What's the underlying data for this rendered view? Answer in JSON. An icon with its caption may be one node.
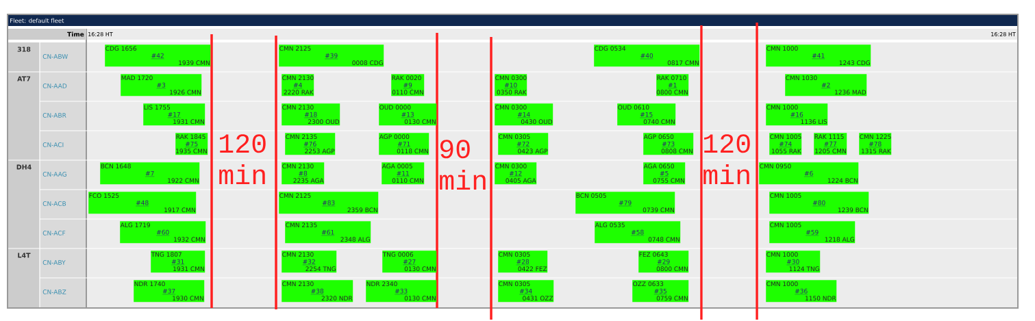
{
  "diagram": {
    "title": "Fleet: default fleet",
    "nodes": [
      {
        "text": [
          "CDG 1656",
          "#42",
          "1939 CMN"
        ]
      },
      {
        "text": [
          "CMN 2125",
          "#39",
          "0008 CDG"
        ]
      },
      {
        "text": [
          "CDG 0534",
          "#40",
          "0817 CMN"
        ]
      },
      {
        "text": [
          "CMN 1000",
          "#41",
          "1243 CDG"
        ]
      },
      {
        "text": [
          "MAD 1720",
          "#3",
          "1926 CMN"
        ]
      },
      {
        "text": [
          "CMN 2130",
          "#4",
          "2220 RAK"
        ]
      },
      {
        "text": [
          "RAK 0020",
          "#9",
          "0110 CMN"
        ]
      },
      {
        "text": [
          "CMN 0300",
          "#10",
          "0350 RAK"
        ]
      },
      {
        "text": [
          "RAK 0710",
          "#1",
          "0800 CMN"
        ]
      },
      {
        "text": [
          "CMN 1030",
          "#2",
          "1236 MAD"
        ]
      },
      {
        "text": [
          "LIS 1755",
          "#17",
          "1931 CMN"
        ]
      },
      {
        "text": [
          "CMN 2130",
          "#18",
          "2300 OUD"
        ]
      },
      {
        "text": [
          "OUD 0000",
          "#13",
          "0130 CMN"
        ]
      },
      {
        "text": [
          "CMN 0300",
          "#14",
          "0430 OUD"
        ]
      },
      {
        "text": [
          "OUD 0610",
          "#15",
          "0740 CMN"
        ]
      },
      {
        "text": [
          "CMN 1000",
          "#16",
          "1136 LIS"
        ]
      },
      {
        "text": [
          "RAK 1845",
          "#75",
          "1935 CMN"
        ]
      },
      {
        "text": [
          "CMN 2135",
          "#76",
          "2253 AGP"
        ]
      },
      {
        "text": [
          "AGP 0000",
          "#71",
          "0118 CMN"
        ]
      },
      {
        "text": [
          "CMN 0305",
          "#72",
          "0423 AGP"
        ]
      },
      {
        "text": [
          "AGP 0650",
          "#73",
          "0808 CMN"
        ]
      },
      {
        "text": [
          "CMN 1005",
          "#74",
          "1055 RAK"
        ]
      },
      {
        "text": [
          "RAK 1115",
          "#77",
          "1205 CMN"
        ]
      },
      {
        "text": [
          "CMN 1225",
          "#78",
          "1315 RAK"
        ]
      },
      {
        "text": [
          "BCN 1648",
          "#7",
          "1922 CMN"
        ]
      },
      {
        "text": [
          "CMN 2130",
          "#8",
          "2235 AGA"
        ]
      },
      {
        "text": [
          "AGA 0005",
          "#11",
          "0110 CMN"
        ]
      },
      {
        "text": [
          "CMN 0300",
          "#12",
          "0405 AGA"
        ]
      },
      {
        "text": [
          "AGA 0650",
          "#5",
          "0755 CMN"
        ]
      },
      {
        "text": [
          "CMN 0950",
          "#6",
          "1224 BCN"
        ]
      },
      {
        "text": [
          "FCO 1525",
          "#48",
          "1917 CMN"
        ]
      },
      {
        "text": [
          "CMN 2125",
          "#83",
          "2359 BCN"
        ]
      },
      {
        "text": [
          "BCN 0505",
          "#79",
          "0739 CMN"
        ]
      },
      {
        "text": [
          "CMN 1005",
          "#80",
          "1239 BCN"
        ]
      },
      {
        "text": [
          "ALG 1719",
          "#60",
          "1932 CMN"
        ]
      },
      {
        "text": [
          "CMN 2135",
          "#61",
          "2348 ALG"
        ]
      },
      {
        "text": [
          "ALG 0535",
          "#58",
          "0748 CMN"
        ]
      },
      {
        "text": [
          "CMN 1005",
          "#59",
          "1218 ALG"
        ]
      },
      {
        "text": [
          "TNG 1807",
          "#31",
          "1931 CMN"
        ]
      },
      {
        "text": [
          "CMN 2130",
          "#32",
          "2254 TNG"
        ]
      },
      {
        "text": [
          "TNG 0006",
          "#27",
          "0130 CMN"
        ]
      },
      {
        "text": [
          "CMN 0305",
          "#28",
          "0422 FEZ"
        ]
      },
      {
        "text": [
          "FEZ 0643",
          "#29",
          "0800 CMN"
        ]
      },
      {
        "text": [
          "CMN 1000",
          "#30",
          "1124 TNG"
        ]
      },
      {
        "text": [
          "NDR 1740",
          "#37",
          "1930 CMN"
        ]
      },
      {
        "text": [
          "CMN 2130",
          "#38",
          "2320 NDR"
        ]
      },
      {
        "text": [
          "NDR 2340",
          "#33",
          "0130 CMN"
        ]
      },
      {
        "text": [
          "CMN 0305",
          "#34",
          "0431 OZZ"
        ]
      },
      {
        "text": [
          "OZZ 0633",
          "#35",
          "0759 CMN"
        ]
      },
      {
        "text": [
          "CMN 1000",
          "#36",
          "1150 NDR"
        ]
      }
    ],
    "labels": [
      "Time",
      "16:28 HT",
      "16:28 HT",
      "318",
      "CN-ABW",
      "AT7",
      "CN-AAD",
      "CN-ABR",
      "CN-ACI",
      "DH4",
      "CN-AAG",
      "CN-ACB",
      "CN-ACF",
      "L4T",
      "CN-ABY",
      "CN-ABZ",
      "120 min",
      "90 min",
      "120 min"
    ]
  }
}
